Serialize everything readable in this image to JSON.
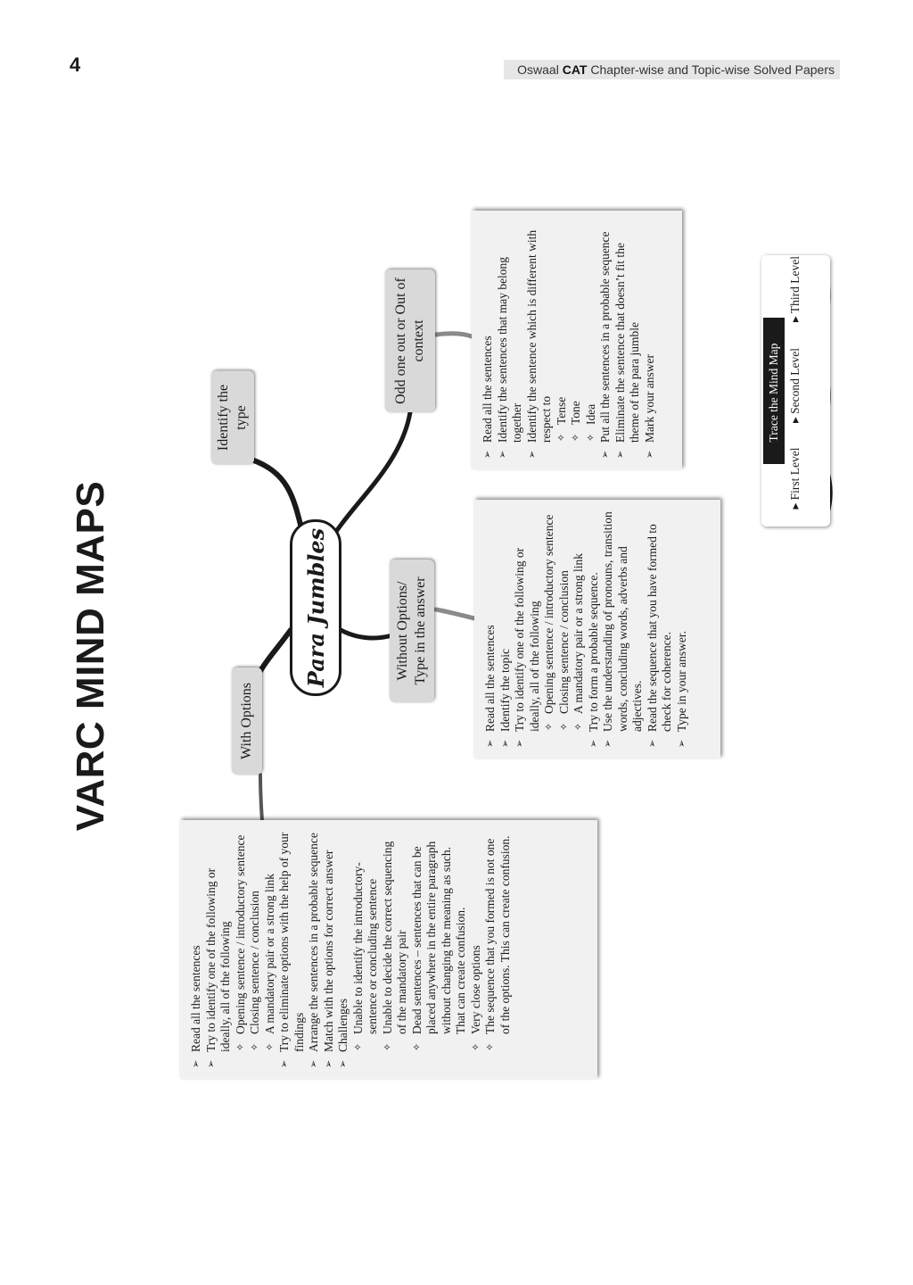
{
  "header": {
    "page_number": "4",
    "publisher": "Oswaal",
    "book_code": "CAT",
    "book_subtitle": "Chapter-wise and Topic-wise Solved Papers"
  },
  "title": "VARC MIND MAPS",
  "mindmap": {
    "center": "Para Jumbles",
    "branches": {
      "identify_type": "Identify the type",
      "with_options": "With Options",
      "without_options": "Without Options/ Type in the answer",
      "odd_one_out": "Odd one out or Out of context"
    },
    "with_options_box": [
      {
        "level": 1,
        "text": "Read all the sentences"
      },
      {
        "level": 1,
        "text": "Try to identify one of the following or ideally, all of the following"
      },
      {
        "level": 2,
        "text": "Opening sentence / introductory sentence"
      },
      {
        "level": 2,
        "text": "Closing sentence / conclusion"
      },
      {
        "level": 2,
        "text": "A mandatory pair or a strong link"
      },
      {
        "level": 1,
        "text": "Try to eliminate options with the help of your findings"
      },
      {
        "level": 1,
        "text": "Arrange the sentences in a probable sequence"
      },
      {
        "level": 1,
        "text": "Match with the options for correct answer"
      },
      {
        "level": 1,
        "text": "Challenges"
      },
      {
        "level": 2,
        "text": "Unable to identify the introductory-sentence or concluding sentence"
      },
      {
        "level": 2,
        "text": "Unable to decide the correct sequencing of the mandatory pair"
      },
      {
        "level": 2,
        "text": "Dead sentences – sentences that can be placed anywhere in the entire paragraph without changing the meaning as such. That can create confusion."
      },
      {
        "level": 2,
        "text": "Very close options"
      },
      {
        "level": 2,
        "text": "The sequence that you formed is not one of the options. This can create confusion."
      }
    ],
    "without_options_box": [
      {
        "level": 1,
        "text": "Read all the sentences"
      },
      {
        "level": 1,
        "text": "Identify the topic"
      },
      {
        "level": 1,
        "text": "Try to identify one of the following or ideally, all of the following"
      },
      {
        "level": 2,
        "text": "Opening sentence / introductory sentence"
      },
      {
        "level": 2,
        "text": "Closing sentence / conclusion"
      },
      {
        "level": 2,
        "text": "A mandatory pair or a strong link"
      },
      {
        "level": 1,
        "text": "Try to form a probable sequence."
      },
      {
        "level": 1,
        "text": "Use the understanding of pronouns, transition words, concluding words, adverbs and adjectives."
      },
      {
        "level": 1,
        "text": "Read the sequence that you have formed to check for coherence."
      },
      {
        "level": 1,
        "text": "Type in your answer."
      }
    ],
    "odd_one_out_box": [
      {
        "level": 1,
        "text": "Read all the sentences"
      },
      {
        "level": 1,
        "text": "Identify the sentences that may belong together"
      },
      {
        "level": 1,
        "text": "Identify the sentence which is different with respect to"
      },
      {
        "level": 2,
        "text": "Tense"
      },
      {
        "level": 2,
        "text": "Tone"
      },
      {
        "level": 2,
        "text": "Idea"
      },
      {
        "level": 1,
        "text": "Put all the sentences in a probable sequence"
      },
      {
        "level": 1,
        "text": "Eliminate the sentence that doesn’t fit the theme of the para jumble"
      },
      {
        "level": 1,
        "text": "Mark your answer"
      }
    ]
  },
  "legend": {
    "title": "Trace the Mind Map",
    "first": "First Level",
    "second": "Second Level",
    "third": "Third Level"
  },
  "colors": {
    "link_first_level": "#1a1a1a",
    "link_second_level": "#555555",
    "link_third_level": "#8a8a8a",
    "node_fill": "#d9d9d9",
    "box_fill": "#f1f1f2"
  }
}
